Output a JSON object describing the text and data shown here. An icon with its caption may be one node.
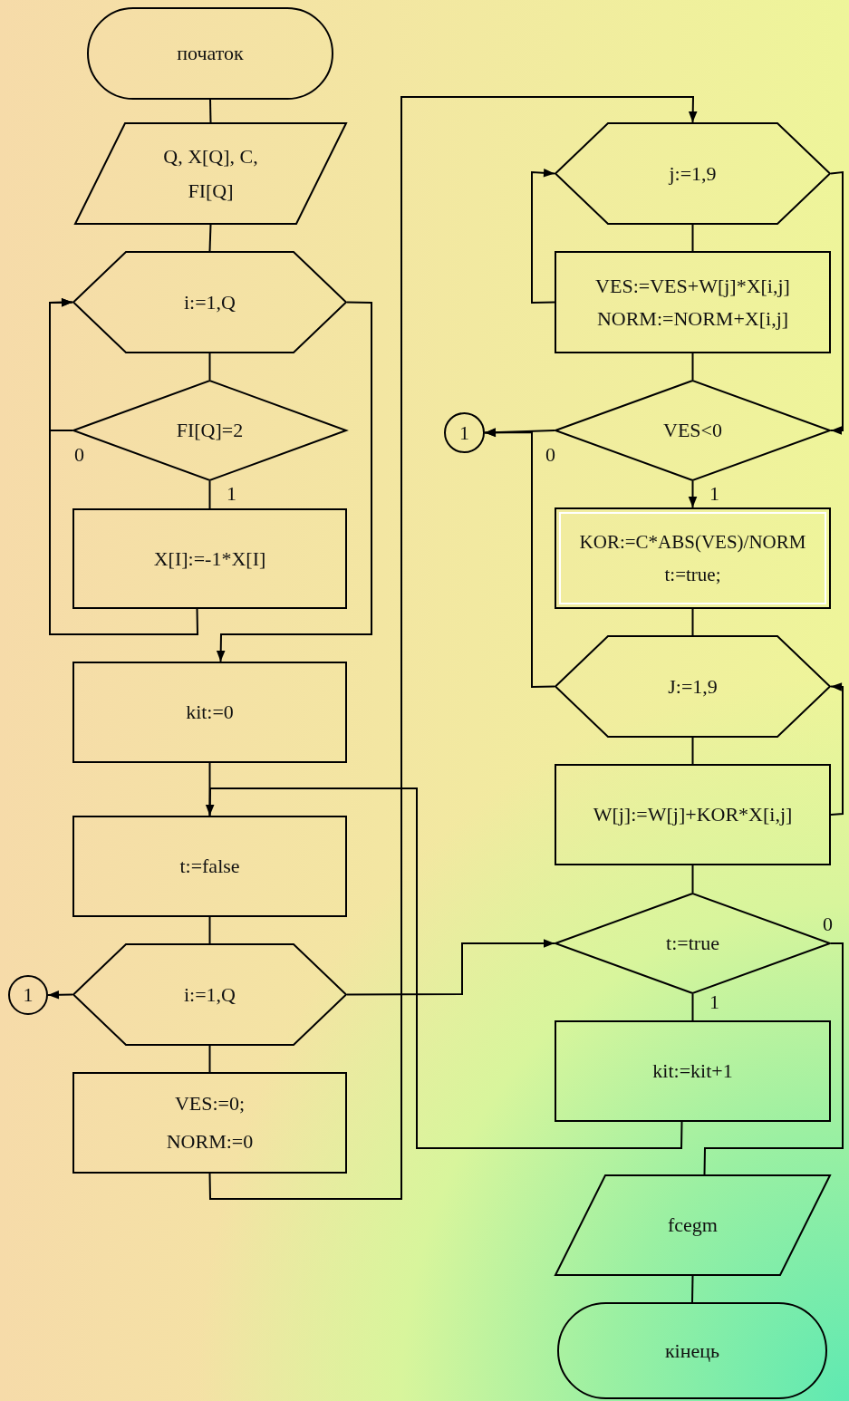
{
  "diagram": {
    "nodes": [
      {
        "text": [
          "початок"
        ]
      },
      {
        "text": [
          "Q, X[Q], C, FI[Q]"
        ]
      },
      {
        "text": [
          "i:=1,Q"
        ]
      },
      {
        "text": [
          "FI[Q]=2"
        ]
      },
      {
        "text": [
          "X[I]:=-1*X[I]"
        ]
      },
      {
        "text": [
          "kit:=0"
        ]
      },
      {
        "text": [
          "t:=false"
        ]
      },
      {
        "text": [
          "i:=1,Q"
        ]
      },
      {
        "text": [
          "1"
        ]
      },
      {
        "text": [
          "VES:=0; NORM:=0"
        ]
      },
      {
        "text": [
          "j:=1,9"
        ]
      },
      {
        "text": [
          "VES:=VES+W[j]*X[i,j] NORM:=NORM+X[i,j]"
        ]
      },
      {
        "text": [
          "VES<0"
        ]
      },
      {
        "text": [
          "1"
        ]
      },
      {
        "text": [
          "KOR:=C*ABS(VES)/NORM t:=true;"
        ]
      },
      {
        "text": [
          "J:=1,9"
        ]
      },
      {
        "text": [
          "W[j]:=W[j]+KOR*X[i,j]"
        ]
      },
      {
        "text": [
          "t:=true"
        ]
      },
      {
        "text": [
          "kit:=kit+1"
        ]
      },
      {
        "text": [
          "fcegm"
        ]
      },
      {
        "text": [
          "кінець"
        ]
      }
    ],
    "edges": [
      {
        "from": 0,
        "to": 1,
        "arrow": "none"
      },
      {
        "from": 1,
        "to": 2,
        "arrow": "none"
      },
      {
        "from": 2,
        "to": 3,
        "arrow": "none"
      },
      {
        "from": 3,
        "to": 4,
        "arrow": "none",
        "label": "1"
      },
      {
        "from": 3,
        "to": 2,
        "arrow": "to",
        "label": "0"
      },
      {
        "from": 4,
        "to": 2,
        "arrow": "to"
      },
      {
        "from": 2,
        "to": 5,
        "arrow": "to"
      },
      {
        "from": 5,
        "to": 6,
        "arrow": "none"
      },
      {
        "from": 18,
        "to": 6,
        "arrow": "to"
      },
      {
        "from": 6,
        "to": 7,
        "arrow": "none"
      },
      {
        "from": 7,
        "to": 8,
        "arrow": "to"
      },
      {
        "from": 7,
        "to": 9,
        "arrow": "none"
      },
      {
        "from": 9,
        "to": 10,
        "arrow": "to"
      },
      {
        "from": 7,
        "to": 17,
        "arrow": "to"
      },
      {
        "from": 10,
        "to": 11,
        "arrow": "none"
      },
      {
        "from": 11,
        "to": 10,
        "arrow": "to"
      },
      {
        "from": 10,
        "to": 12,
        "arrow": "to"
      },
      {
        "from": 11,
        "to": 12,
        "arrow": "none"
      },
      {
        "from": 12,
        "to": 13,
        "arrow": "to",
        "label": "0"
      },
      {
        "from": 12,
        "to": 14,
        "arrow": "to",
        "label": "1"
      },
      {
        "from": 14,
        "to": 15,
        "arrow": "none"
      },
      {
        "from": 15,
        "to": 13,
        "arrow": "to"
      },
      {
        "from": 15,
        "to": 16,
        "arrow": "none"
      },
      {
        "from": 16,
        "to": 15,
        "arrow": "to"
      },
      {
        "from": 16,
        "to": 17,
        "arrow": "none"
      },
      {
        "from": 17,
        "to": 18,
        "arrow": "none",
        "label": "1"
      },
      {
        "from": 17,
        "to": 19,
        "arrow": "none",
        "label": "0"
      },
      {
        "from": 19,
        "to": 20,
        "arrow": "none"
      }
    ]
  }
}
